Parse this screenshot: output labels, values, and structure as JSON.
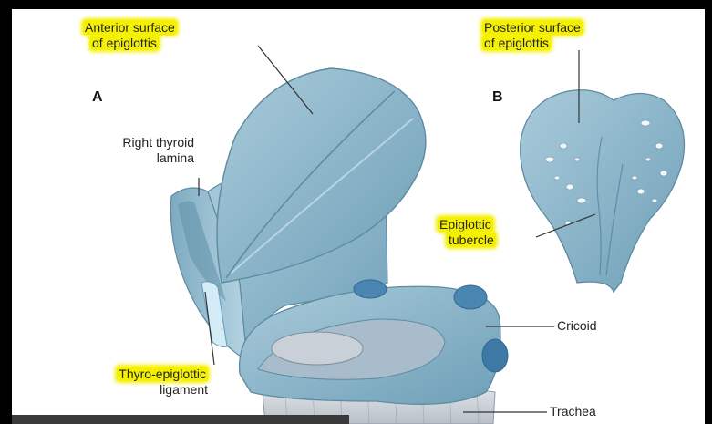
{
  "panels": {
    "a": "A",
    "b": "B"
  },
  "labels": {
    "anterior_l1": "Anterior surface",
    "anterior_l2": "of epiglottis",
    "posterior_l1": "Posterior surface",
    "posterior_l2": "of epiglottis",
    "thyroid_l1": "Right thyroid",
    "thyroid_l2": "lamina",
    "tubercle_l1": "Epiglottic",
    "tubercle_l2": "tubercle",
    "thyro_l1": "Thyro-epiglottic",
    "thyro_l2": "ligament",
    "cricoid": "Cricoid",
    "trachea": "Trachea"
  },
  "colors": {
    "highlight": "#f4f000",
    "tissue": "#8fb8cc",
    "tissue_dark": "#5f90a8",
    "tissue_light": "#b9d6e3"
  }
}
